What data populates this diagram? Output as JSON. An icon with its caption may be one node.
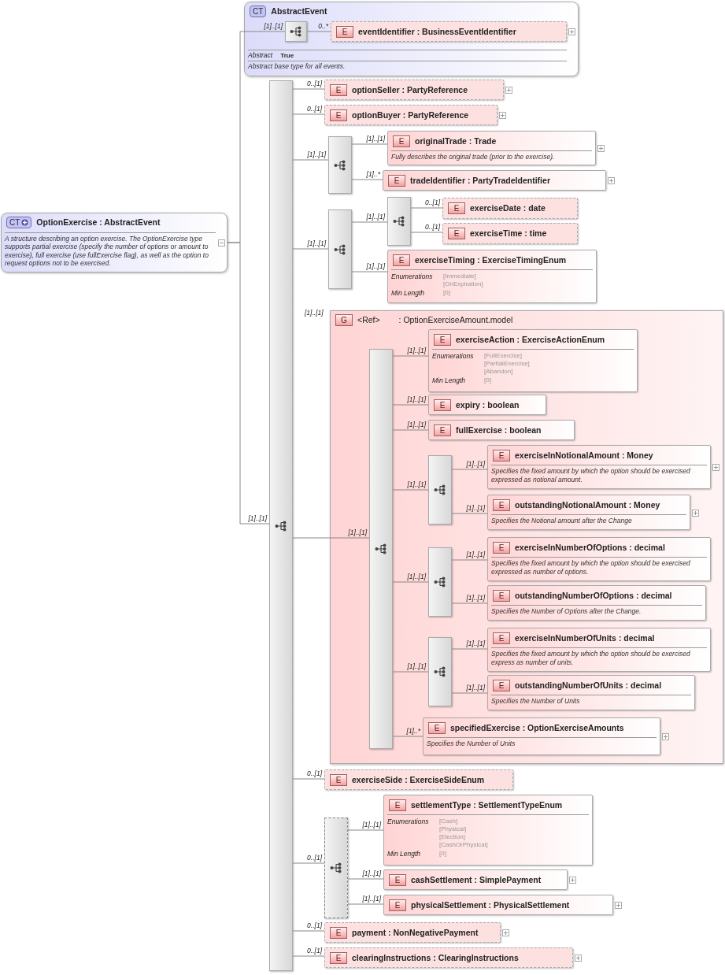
{
  "diagram": {
    "nodes": [
      {
        "text": [
          "CT",
          "OptionExercise : AbstractEvent",
          "A structure describing an option exercise. The OptionExercise type supports partial exercise (specify the number of options or amount to exercise), full exercise (use fullExercise flag), as well as the option to request options not to be exercised."
        ]
      },
      {
        "text": [
          "CT",
          "AbstractEvent",
          "Abstract",
          "True",
          "Abstract base type for all events."
        ]
      },
      {
        "text": [],
        "shape": "box",
        "in": 1
      },
      {
        "text": [
          "E",
          "eventIdentifier : BusinessEventIdentifier"
        ],
        "in": 1
      },
      {
        "text": [],
        "shape": "box"
      },
      {
        "text": [
          "E",
          "optionSeller : PartyReference"
        ]
      },
      {
        "text": [
          "E",
          "optionBuyer : PartyReference"
        ]
      },
      {
        "text": [],
        "shape": "box"
      },
      {
        "text": [
          "E",
          "originalTrade : Trade",
          "Fully describes the original trade (prior to the exercise)."
        ]
      },
      {
        "text": [
          "E",
          "tradeIdentifier : PartyTradeIdentifier"
        ]
      },
      {
        "text": [],
        "shape": "box"
      },
      {
        "text": [],
        "shape": "box"
      },
      {
        "text": [
          "E",
          "exerciseDate : date"
        ]
      },
      {
        "text": [
          "E",
          "exerciseTime : time"
        ]
      },
      {
        "text": [
          "E",
          "exerciseTiming : ExerciseTimingEnum",
          "Enumerations",
          "[Immediate]",
          "[OnExpiration]",
          "Min Length",
          "[0]"
        ]
      },
      {
        "text": [
          "G",
          "<Ref>",
          ": OptionExerciseAmount.model"
        ],
        "beside": [
          "[1]..[1]"
        ]
      },
      {
        "text": [],
        "shape": "box",
        "in": 15
      },
      {
        "text": [
          "E",
          "exerciseAction : ExerciseActionEnum",
          "Enumerations",
          "[FullExercise]",
          "[PartialExercise]",
          "[Abandon]",
          "Min Length",
          "[0]"
        ],
        "in": 15
      },
      {
        "text": [
          "E",
          "expiry : boolean"
        ],
        "in": 15
      },
      {
        "text": [
          "E",
          "fullExercise : boolean"
        ],
        "in": 15
      },
      {
        "text": [],
        "shape": "box",
        "in": 15
      },
      {
        "text": [
          "E",
          "exerciseInNotionalAmount : Money",
          "Specifies the fixed amount by which the option should be exercised expressed as notional amount."
        ],
        "in": 15
      },
      {
        "text": [
          "E",
          "outstandingNotionalAmount : Money",
          "Specifies the Notional amount after the Change"
        ],
        "in": 15
      },
      {
        "text": [],
        "shape": "box",
        "in": 15
      },
      {
        "text": [
          "E",
          "exerciseInNumberOfOptions : decimal",
          "Specifies the fixed amount by which the option should be exercised expressed as number of options."
        ],
        "in": 15
      },
      {
        "text": [
          "E",
          "outstandingNumberOfOptions : decimal",
          "Specifies the Number of Options after the Change."
        ],
        "in": 15
      },
      {
        "text": [],
        "shape": "box",
        "in": 15
      },
      {
        "text": [
          "E",
          "exerciseInNumberOfUnits : decimal",
          "Specifies the fixed amount by which the option should be exercised express as number of units."
        ],
        "in": 15
      },
      {
        "text": [
          "E",
          "outstandingNumberOfUnits : decimal",
          "Specifies the Number of Units"
        ],
        "in": 15
      },
      {
        "text": [
          "E",
          "specifiedExercise : OptionExerciseAmounts",
          "Specifies the Number of Units"
        ],
        "in": 15
      },
      {
        "text": [
          "E",
          "exerciseSide : ExerciseSideEnum"
        ]
      },
      {
        "text": [],
        "shape": "box"
      },
      {
        "text": [
          "E",
          "settlementType : SettlementTypeEnum",
          "Enumerations",
          "[Cash]",
          "[Physical]",
          "[Election]",
          "[CashOrPhysical]",
          "Min Length",
          "[0]"
        ]
      },
      {
        "text": [
          "E",
          "cashSettlement : SimplePayment"
        ]
      },
      {
        "text": [
          "E",
          "physicalSettlement : PhysicalSettlement"
        ]
      },
      {
        "text": [
          "E",
          "payment : NonNegativePayment"
        ]
      },
      {
        "text": [
          "E",
          "clearingInstructions : ClearingInstructions"
        ]
      }
    ],
    "edges": [
      {
        "from": 0,
        "to": 2,
        "arrow": "none",
        "label": "[1]..[1]"
      },
      {
        "from": 2,
        "to": 3,
        "arrow": "none",
        "label": "0..*"
      },
      {
        "from": 0,
        "to": 4,
        "arrow": "none",
        "label": "[1]..[1]"
      },
      {
        "from": 4,
        "to": 5,
        "arrow": "none",
        "label": "0..[1]"
      },
      {
        "from": 4,
        "to": 6,
        "arrow": "none",
        "label": "0..[1]"
      },
      {
        "from": 4,
        "to": 7,
        "arrow": "none",
        "label": "[1]..[1]"
      },
      {
        "from": 7,
        "to": 8,
        "arrow": "none",
        "label": "[1]..[1]"
      },
      {
        "from": 7,
        "to": 9,
        "arrow": "none",
        "label": "[1]..*"
      },
      {
        "from": 4,
        "to": 10,
        "arrow": "none",
        "label": "[1]..[1]"
      },
      {
        "from": 10,
        "to": 11,
        "arrow": "none",
        "label": "[1]..[1]"
      },
      {
        "from": 11,
        "to": 12,
        "arrow": "none",
        "label": "0..[1]"
      },
      {
        "from": 11,
        "to": 13,
        "arrow": "none",
        "label": "0..[1]"
      },
      {
        "from": 10,
        "to": 14,
        "arrow": "none",
        "label": "[1]..[1]"
      },
      {
        "from": 4,
        "to": 16,
        "arrow": "none",
        "label": "[1]..[1]"
      },
      {
        "from": 16,
        "to": 17,
        "arrow": "none",
        "label": "[1]..[1]"
      },
      {
        "from": 16,
        "to": 18,
        "arrow": "none",
        "label": "[1]..[1]"
      },
      {
        "from": 16,
        "to": 19,
        "arrow": "none",
        "label": "[1]..[1]"
      },
      {
        "from": 16,
        "to": 20,
        "arrow": "none",
        "label": "[1]..[1]"
      },
      {
        "from": 20,
        "to": 21,
        "arrow": "none",
        "label": "[1]..[1]"
      },
      {
        "from": 20,
        "to": 22,
        "arrow": "none",
        "label": "[1]..[1]"
      },
      {
        "from": 16,
        "to": 23,
        "arrow": "none",
        "label": "[1]..[1]"
      },
      {
        "from": 23,
        "to": 24,
        "arrow": "none",
        "label": "[1]..[1]"
      },
      {
        "from": 23,
        "to": 25,
        "arrow": "none",
        "label": "[1]..[1]"
      },
      {
        "from": 16,
        "to": 26,
        "arrow": "none",
        "label": "[1]..[1]"
      },
      {
        "from": 26,
        "to": 27,
        "arrow": "none",
        "label": "[1]..[1]"
      },
      {
        "from": 26,
        "to": 28,
        "arrow": "none",
        "label": "[1]..[1]"
      },
      {
        "from": 16,
        "to": 29,
        "arrow": "none",
        "label": "[1]..*"
      },
      {
        "from": 4,
        "to": 30,
        "arrow": "none",
        "label": "0..[1]"
      },
      {
        "from": 4,
        "to": 31,
        "arrow": "none",
        "label": "0..[1]"
      },
      {
        "from": 31,
        "to": 32,
        "arrow": "none",
        "label": "[1]..[1]"
      },
      {
        "from": 31,
        "to": 33,
        "arrow": "none",
        "label": "[1]..[1]"
      },
      {
        "from": 31,
        "to": 34,
        "arrow": "none",
        "label": "[1]..[1]"
      },
      {
        "from": 4,
        "to": 35,
        "arrow": "none",
        "label": "0..[1]"
      },
      {
        "from": 4,
        "to": 36,
        "arrow": "none",
        "label": "0..[1]"
      }
    ]
  }
}
